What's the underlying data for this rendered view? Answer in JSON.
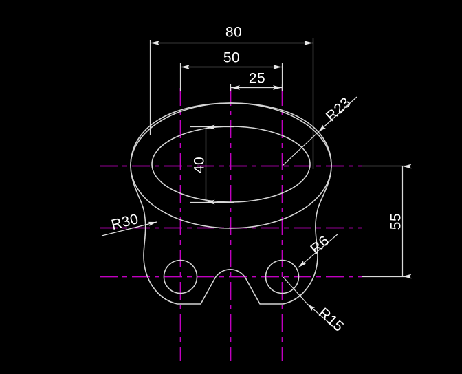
{
  "drawing": {
    "title": "Mechanical part orthographic view",
    "background_color": "#000000",
    "geometry_color": "#d4d4d4",
    "centerline_color": "#c000c0",
    "dimension_color": "#ffffff"
  },
  "dimensions": {
    "width_overall": "80",
    "width_middle": "50",
    "width_inner": "25",
    "bore_height": "40",
    "height_right": "55"
  },
  "radii": {
    "outer_top": "R23",
    "left_fillet": "R30",
    "hole_right": "R6",
    "lobe_right": "R15"
  }
}
